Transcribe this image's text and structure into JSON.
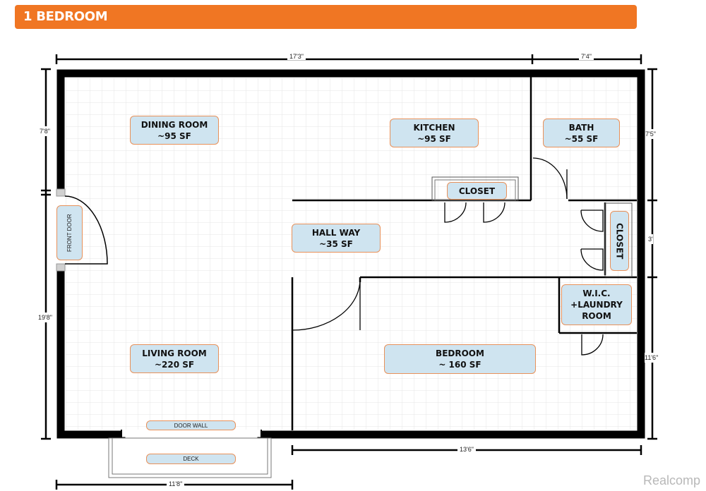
{
  "header": {
    "title": "1 BEDROOM"
  },
  "rooms": {
    "dining": {
      "name": "DINING ROOM",
      "area": "~95 SF"
    },
    "kitchen": {
      "name": "KITCHEN",
      "area": "~95 SF"
    },
    "bath": {
      "name": "BATH",
      "area": "~55 SF"
    },
    "closet_kitchen": {
      "name": "CLOSET"
    },
    "closet_hall": {
      "name": "CLOSET"
    },
    "hallway": {
      "name": "HALL WAY",
      "area": "~35 SF"
    },
    "wic": {
      "name": "W.I.C.",
      "line2": "+LAUNDRY",
      "line3": "ROOM"
    },
    "living": {
      "name": "LIVING ROOM",
      "area": "~220 SF"
    },
    "bedroom": {
      "name": "BEDROOM",
      "area": "~ 160 SF"
    }
  },
  "labels": {
    "front_door": "FRONT DOOR",
    "door_wall": "DOOR WALL",
    "deck": "DECK"
  },
  "dimensions": {
    "top_left": "17'3\"",
    "top_right": "7'4\"",
    "left_upper": "7'8\"",
    "left_lower": "19'8\"",
    "right_upper": "7'5\"",
    "right_middle": "3'",
    "right_lower": "11'6\"",
    "bottom_right": "13'6\"",
    "bottom_left": "11'8\""
  },
  "watermark": "Realcomp",
  "colors": {
    "banner": "#f07623",
    "wall": "#000000",
    "room_fill": "#cfe4f0",
    "room_border": "#e8915a",
    "grid": "#e6e6e6"
  }
}
